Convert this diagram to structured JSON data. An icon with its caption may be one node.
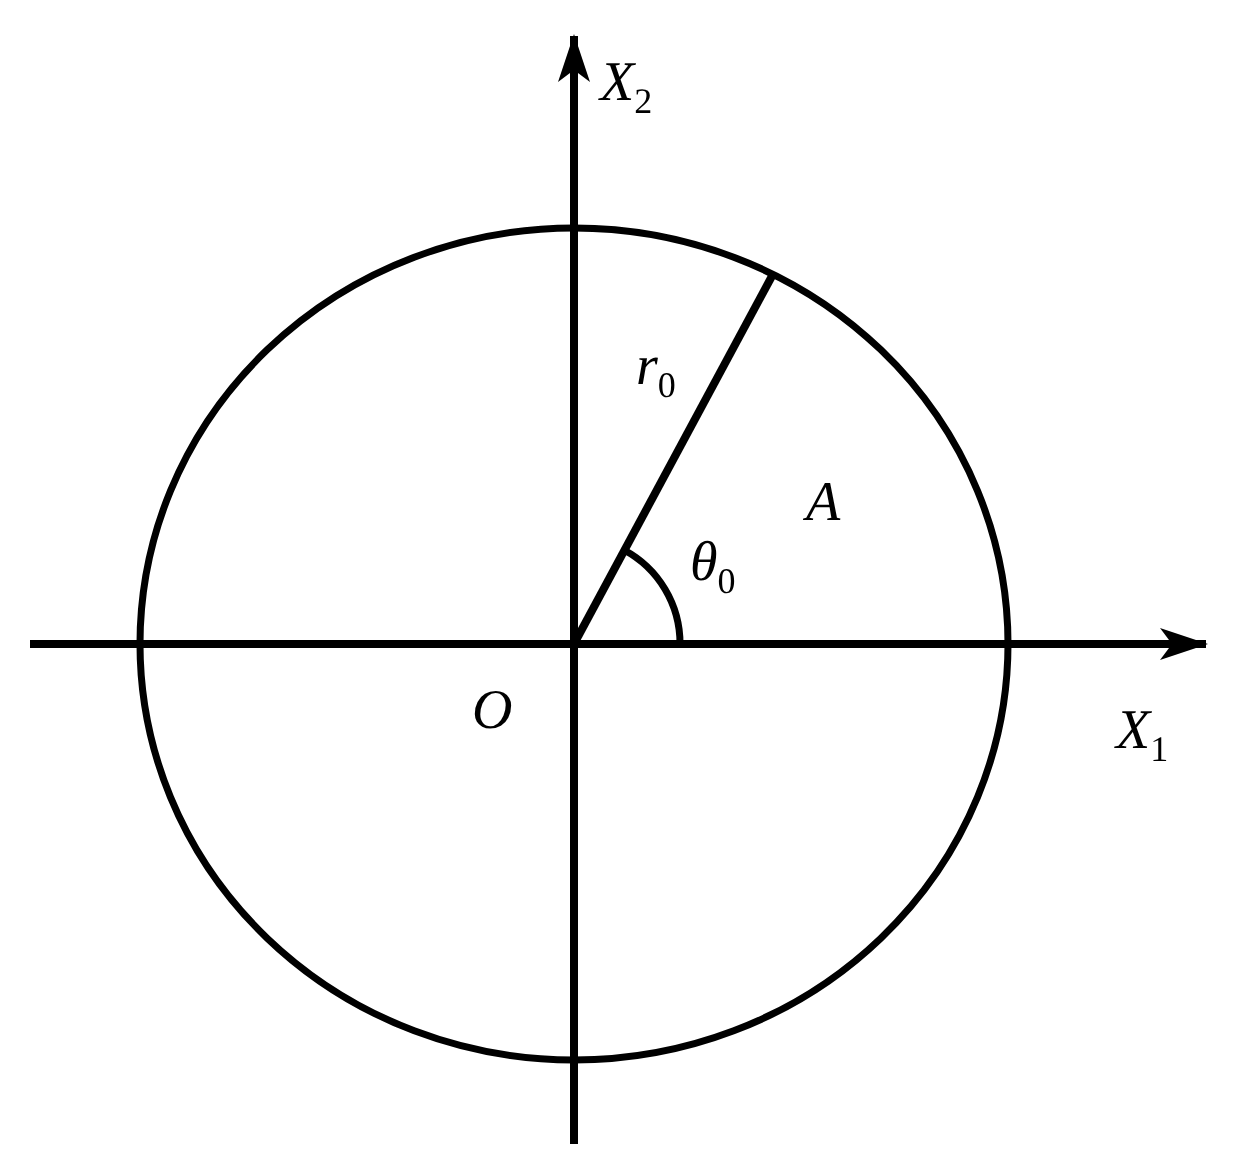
{
  "diagram": {
    "labels": [
      "*X*$_{2}$",
      "*r*$_{0}$",
      "*A*",
      "*θ*$_{0}$",
      "*O*",
      "*X*$_{1}$"
    ]
  }
}
